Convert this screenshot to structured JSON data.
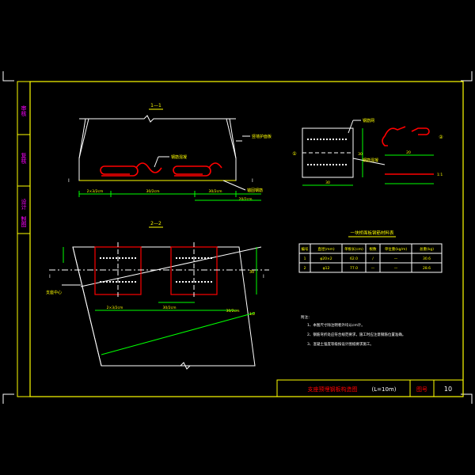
{
  "colors": {
    "background": "#000000",
    "border": "#ffff00",
    "structure": "#ffffff",
    "rebar": "#ff0000",
    "dimension": "#00ff00",
    "text": "#ffff00",
    "annotation": "#ffff00"
  },
  "sidebar": {
    "labels": [
      "审核",
      "复核",
      "设计",
      "制图"
    ]
  },
  "section_1": {
    "title": "1—1",
    "labels": {
      "right_top": "竖墙护面板",
      "mid_top": "钢筋混凝",
      "right_bottom": "锚固钢筋",
      "left_marker": "Ⅰ",
      "right_marker": "Ⅰ"
    },
    "dims": [
      "2×3/2cm",
      "30/2cm",
      "30/2cm",
      "20/2cm"
    ]
  },
  "section_2": {
    "title": "2—2",
    "labels": {
      "left_marker": "Ⅰ",
      "right_marker": "Ⅰ",
      "side_label": "支座中心",
      "height_dim": "30"
    },
    "dims": [
      "2×3/2cm",
      "30/2cm",
      "30/2cm",
      "1/2"
    ]
  },
  "detail": {
    "labels": {
      "top": "钢筋网",
      "mid": "钢筋混凝",
      "circle_1": "①",
      "circle_2": "②",
      "side_dim": "30",
      "width_dim": "30",
      "bend_dim": "20"
    }
  },
  "material_table": {
    "title": "一块桥面板钢筋材料表",
    "headers": [
      "编号",
      "直径(mm)",
      "单根长(cm)",
      "根数",
      "单位重(kg/m)",
      "总重(kg)"
    ],
    "rows": [
      [
        "1",
        "φ20×2",
        "62.0",
        "/",
        "—",
        "30.6"
      ],
      [
        "2",
        "φ12",
        "77.0",
        "—",
        "—",
        "28.6"
      ]
    ]
  },
  "notes": {
    "title": "附注：",
    "items": [
      "1、本图尺寸除注明者外均以cm计。",
      "2、钢筋弯折处应符合规范要求，施工时应注意钢筋位置准确。",
      "3、混凝土强度等级按设计图纸要求施工。"
    ]
  },
  "title_block": {
    "drawing_title": "支座预埋钢板构造图",
    "span_label": "(L=10m)",
    "sheet_label": "图号",
    "sheet_number": "10"
  }
}
